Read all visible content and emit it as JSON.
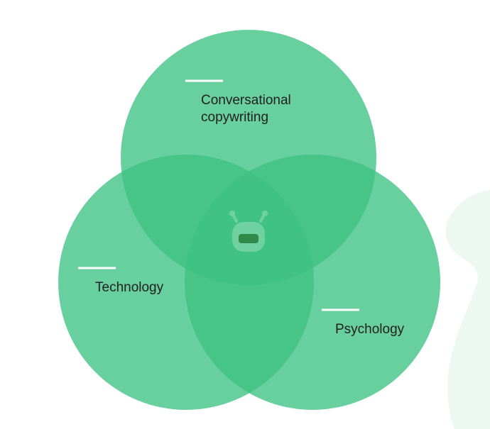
{
  "diagram": {
    "type": "venn",
    "sets": [
      {
        "id": "top",
        "label_lines": [
          "Conversational",
          "copywriting"
        ]
      },
      {
        "id": "left",
        "label_lines": [
          "Technology"
        ]
      },
      {
        "id": "right",
        "label_lines": [
          "Psychology"
        ]
      }
    ],
    "center_icon": "robot-head-icon"
  },
  "colors": {
    "circle_fill": "#3ec183",
    "circle_opacity": 0.78,
    "accent_line": "#ffffff",
    "center_icon": "#6fd19f",
    "background_shape": "#eef8f3",
    "text": "#1f1f1f"
  }
}
